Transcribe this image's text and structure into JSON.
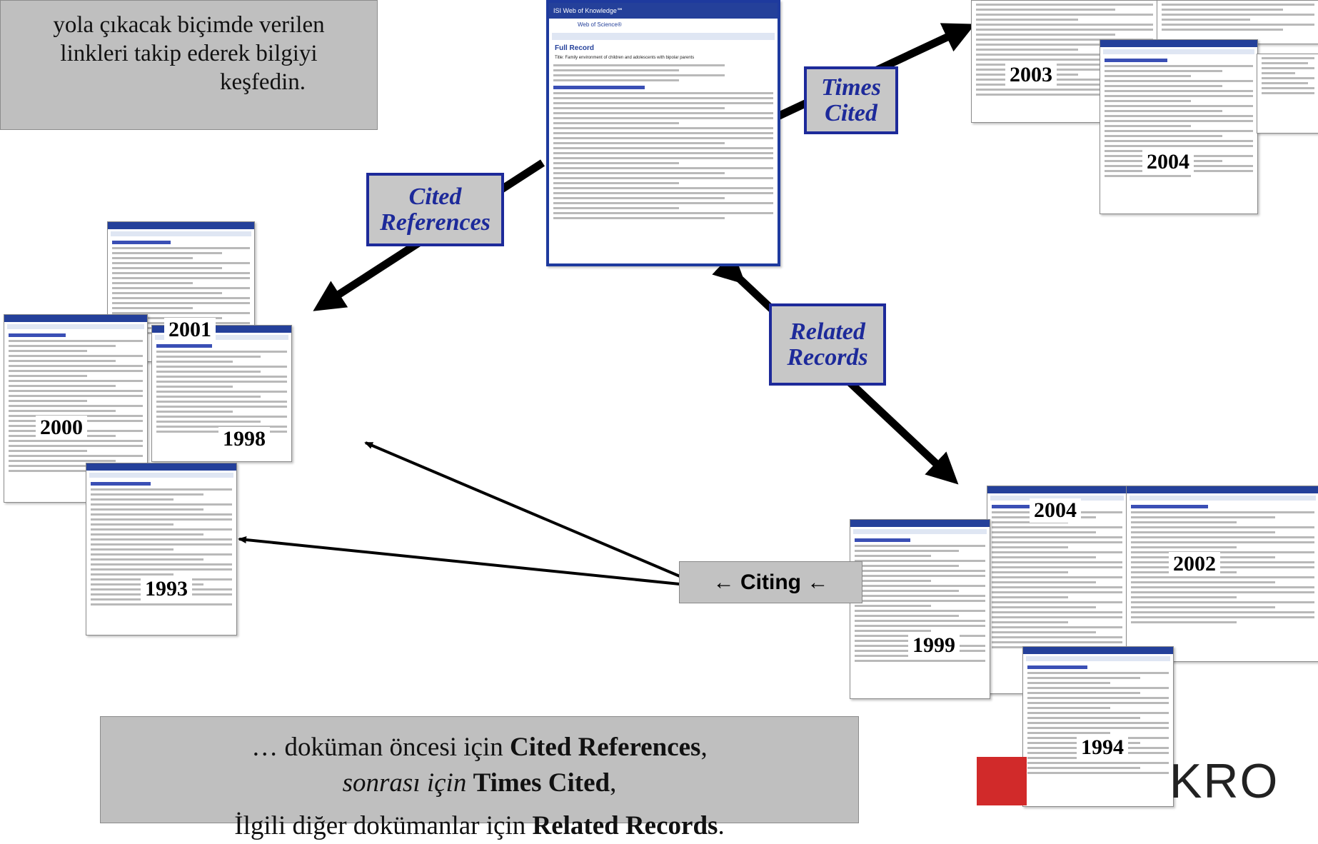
{
  "intro": {
    "line1": "yola çıkacak biçimde verilen",
    "line2": "linkleri takip ederek bilgiyi",
    "line3": "keşfedin."
  },
  "labels": {
    "times_cited": [
      "Times",
      "Cited"
    ],
    "cited_references": [
      "Cited",
      "References"
    ],
    "related_records": [
      "Related",
      "Records"
    ],
    "citing": "← Citing ←"
  },
  "years": {
    "y2003": "2003",
    "y2004_top": "2004",
    "y2001": "2001",
    "y2000": "2000",
    "y1998": "1998",
    "y1993": "1993",
    "y2004_bottom": "2004",
    "y2002": "2002",
    "y1999": "1999",
    "y1994": "1994"
  },
  "summary": {
    "line1_pre": "… doküman öncesi için ",
    "line1_bold": "Cited References",
    "line1_post": ",",
    "line2_italic": "sonrası için ",
    "line2_bold": "Times Cited",
    "line2_post": ",",
    "line3_pre": "İlgili diğer dokümanlar için ",
    "line3_bold": "Related Records",
    "line3_post": "."
  },
  "main_record": {
    "app_title": "ISI Web of Knowledge℠",
    "header": "Web of Science®",
    "section": "Full Record",
    "title_text": "Title: Family environment of children and adolescents with bipolar parents"
  },
  "logo_text": "KRO",
  "colors": {
    "label_border": "#1d2a9a",
    "label_text": "#1d2a9a",
    "gray_box": "#bfbfbf",
    "arrow": "#000000",
    "logo_red": "#d12a2a"
  }
}
